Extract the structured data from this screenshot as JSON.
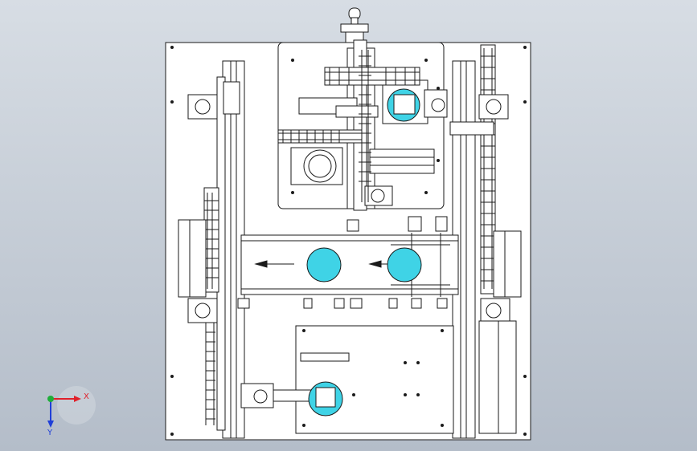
{
  "view": {
    "background_top": "#d7dde4",
    "background_bottom": "#b4bdc9",
    "line_color": "#1a1a1a",
    "accent_color": "#3fd3e6"
  },
  "triad": {
    "x_label": "X",
    "y_label": "Y",
    "x_color": "#e0202a",
    "y_color": "#1f3fd8",
    "origin_color": "#1fae3a"
  },
  "parts": {
    "discs": [
      "cyan-disc",
      "cyan-disc",
      "cyan-disc",
      "cyan-disc"
    ],
    "arrows": [
      "left-arrow",
      "left-arrow"
    ]
  }
}
